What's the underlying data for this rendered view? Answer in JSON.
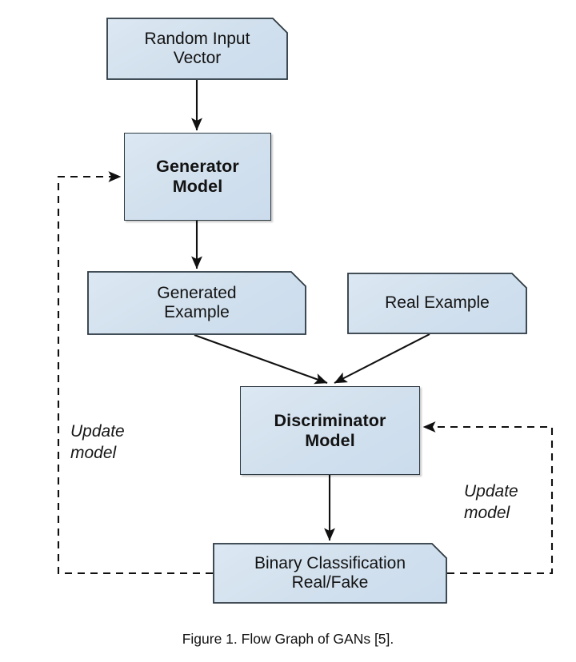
{
  "figure": {
    "caption": "Figure 1. Flow Graph of GANs [5].",
    "background_color": "#ffffff",
    "node_fill_color": "#d3e1ee",
    "node_border_color": "#2e3a42",
    "edge_color": "#1a1a1a"
  },
  "nodes": {
    "random_input": {
      "label": "Random Input\nVector",
      "shape": "document",
      "bold": false
    },
    "generator": {
      "label": "Generator\nModel",
      "shape": "rectangle",
      "bold": true
    },
    "generated_example": {
      "label": "Generated\nExample",
      "shape": "document",
      "bold": false
    },
    "real_example": {
      "label": "Real Example",
      "shape": "document",
      "bold": false
    },
    "discriminator": {
      "label": "Discriminator\nModel",
      "shape": "rectangle",
      "bold": true
    },
    "binary_classification": {
      "label": "Binary Classification\nReal/Fake",
      "shape": "document",
      "bold": false
    }
  },
  "annotations": {
    "update_model_left": "Update\nmodel",
    "update_model_right": "Update\nmodel"
  },
  "edges": [
    {
      "name": "random-input-to-generator",
      "from": "random_input",
      "to": "generator",
      "style": "solid",
      "arrow": true
    },
    {
      "name": "generator-to-generated-example",
      "from": "generator",
      "to": "generated_example",
      "style": "solid",
      "arrow": true
    },
    {
      "name": "generated-example-to-discriminator",
      "from": "generated_example",
      "to": "discriminator",
      "style": "solid",
      "arrow": true
    },
    {
      "name": "real-example-to-discriminator",
      "from": "real_example",
      "to": "discriminator",
      "style": "solid",
      "arrow": true
    },
    {
      "name": "discriminator-to-binary-classification",
      "from": "discriminator",
      "to": "binary_classification",
      "style": "solid",
      "arrow": true
    },
    {
      "name": "feedback-to-generator",
      "from": "binary_classification",
      "to": "generator",
      "style": "dashed",
      "arrow": true,
      "label": "Update model"
    },
    {
      "name": "feedback-to-discriminator",
      "from": "binary_classification",
      "to": "discriminator",
      "style": "dashed",
      "arrow": true,
      "label": "Update model"
    }
  ]
}
